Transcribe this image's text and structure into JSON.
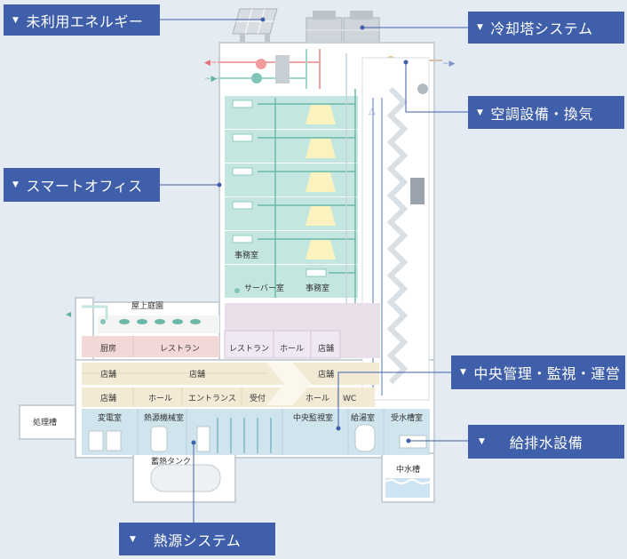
{
  "callouts": {
    "unused_energy": "未利用エネルギー",
    "cooling_tower": "冷却塔システム",
    "hvac": "空調設備・換気",
    "smart_office": "スマートオフィス",
    "central_mgmt": "中央管理・監視・運営",
    "water_supply": "給排水設備",
    "heat_source": "熱源システム"
  },
  "rooms": {
    "office_a": "事務室",
    "office_b": "事務室",
    "server": "サーバー室",
    "roof_garden": "屋上庭園",
    "kitchen": "厨房",
    "restaurant_a": "レストラン",
    "restaurant_b": "レストラン",
    "hall_a": "ホール",
    "shop_a": "店舗",
    "shop_b": "店舗",
    "shop_c": "店舗",
    "shop_d": "店舗",
    "shop_e": "店舗",
    "hall_b": "ホール",
    "entrance": "エントランス",
    "reception": "受付",
    "hall_c": "ホール",
    "wc": "WC",
    "treatment_tank": "処理槽",
    "substation": "変電室",
    "heat_machine_room": "熱源機械室",
    "central_monitor": "中央監視室",
    "hot_water_room": "給湯室",
    "water_tank_room": "受水槽室",
    "storage_tank": "蓄熱タンク",
    "middle_water_tank": "中水槽"
  },
  "colors": {
    "label_bg": "#3f5faa",
    "background": "#e4ebf2",
    "office_floor": "#c4e6e0",
    "commercial": "#f2ead5",
    "restaurant": "#e8dfe9",
    "restaurant_pink": "#f2d8d6",
    "basement": "#cfe4ec"
  },
  "icons": [
    "triangle-down-icon",
    "solar-panel-icon",
    "cooling-tower-icon",
    "air-conditioner-icon",
    "ceiling-light-icon",
    "water-drop-icon"
  ]
}
